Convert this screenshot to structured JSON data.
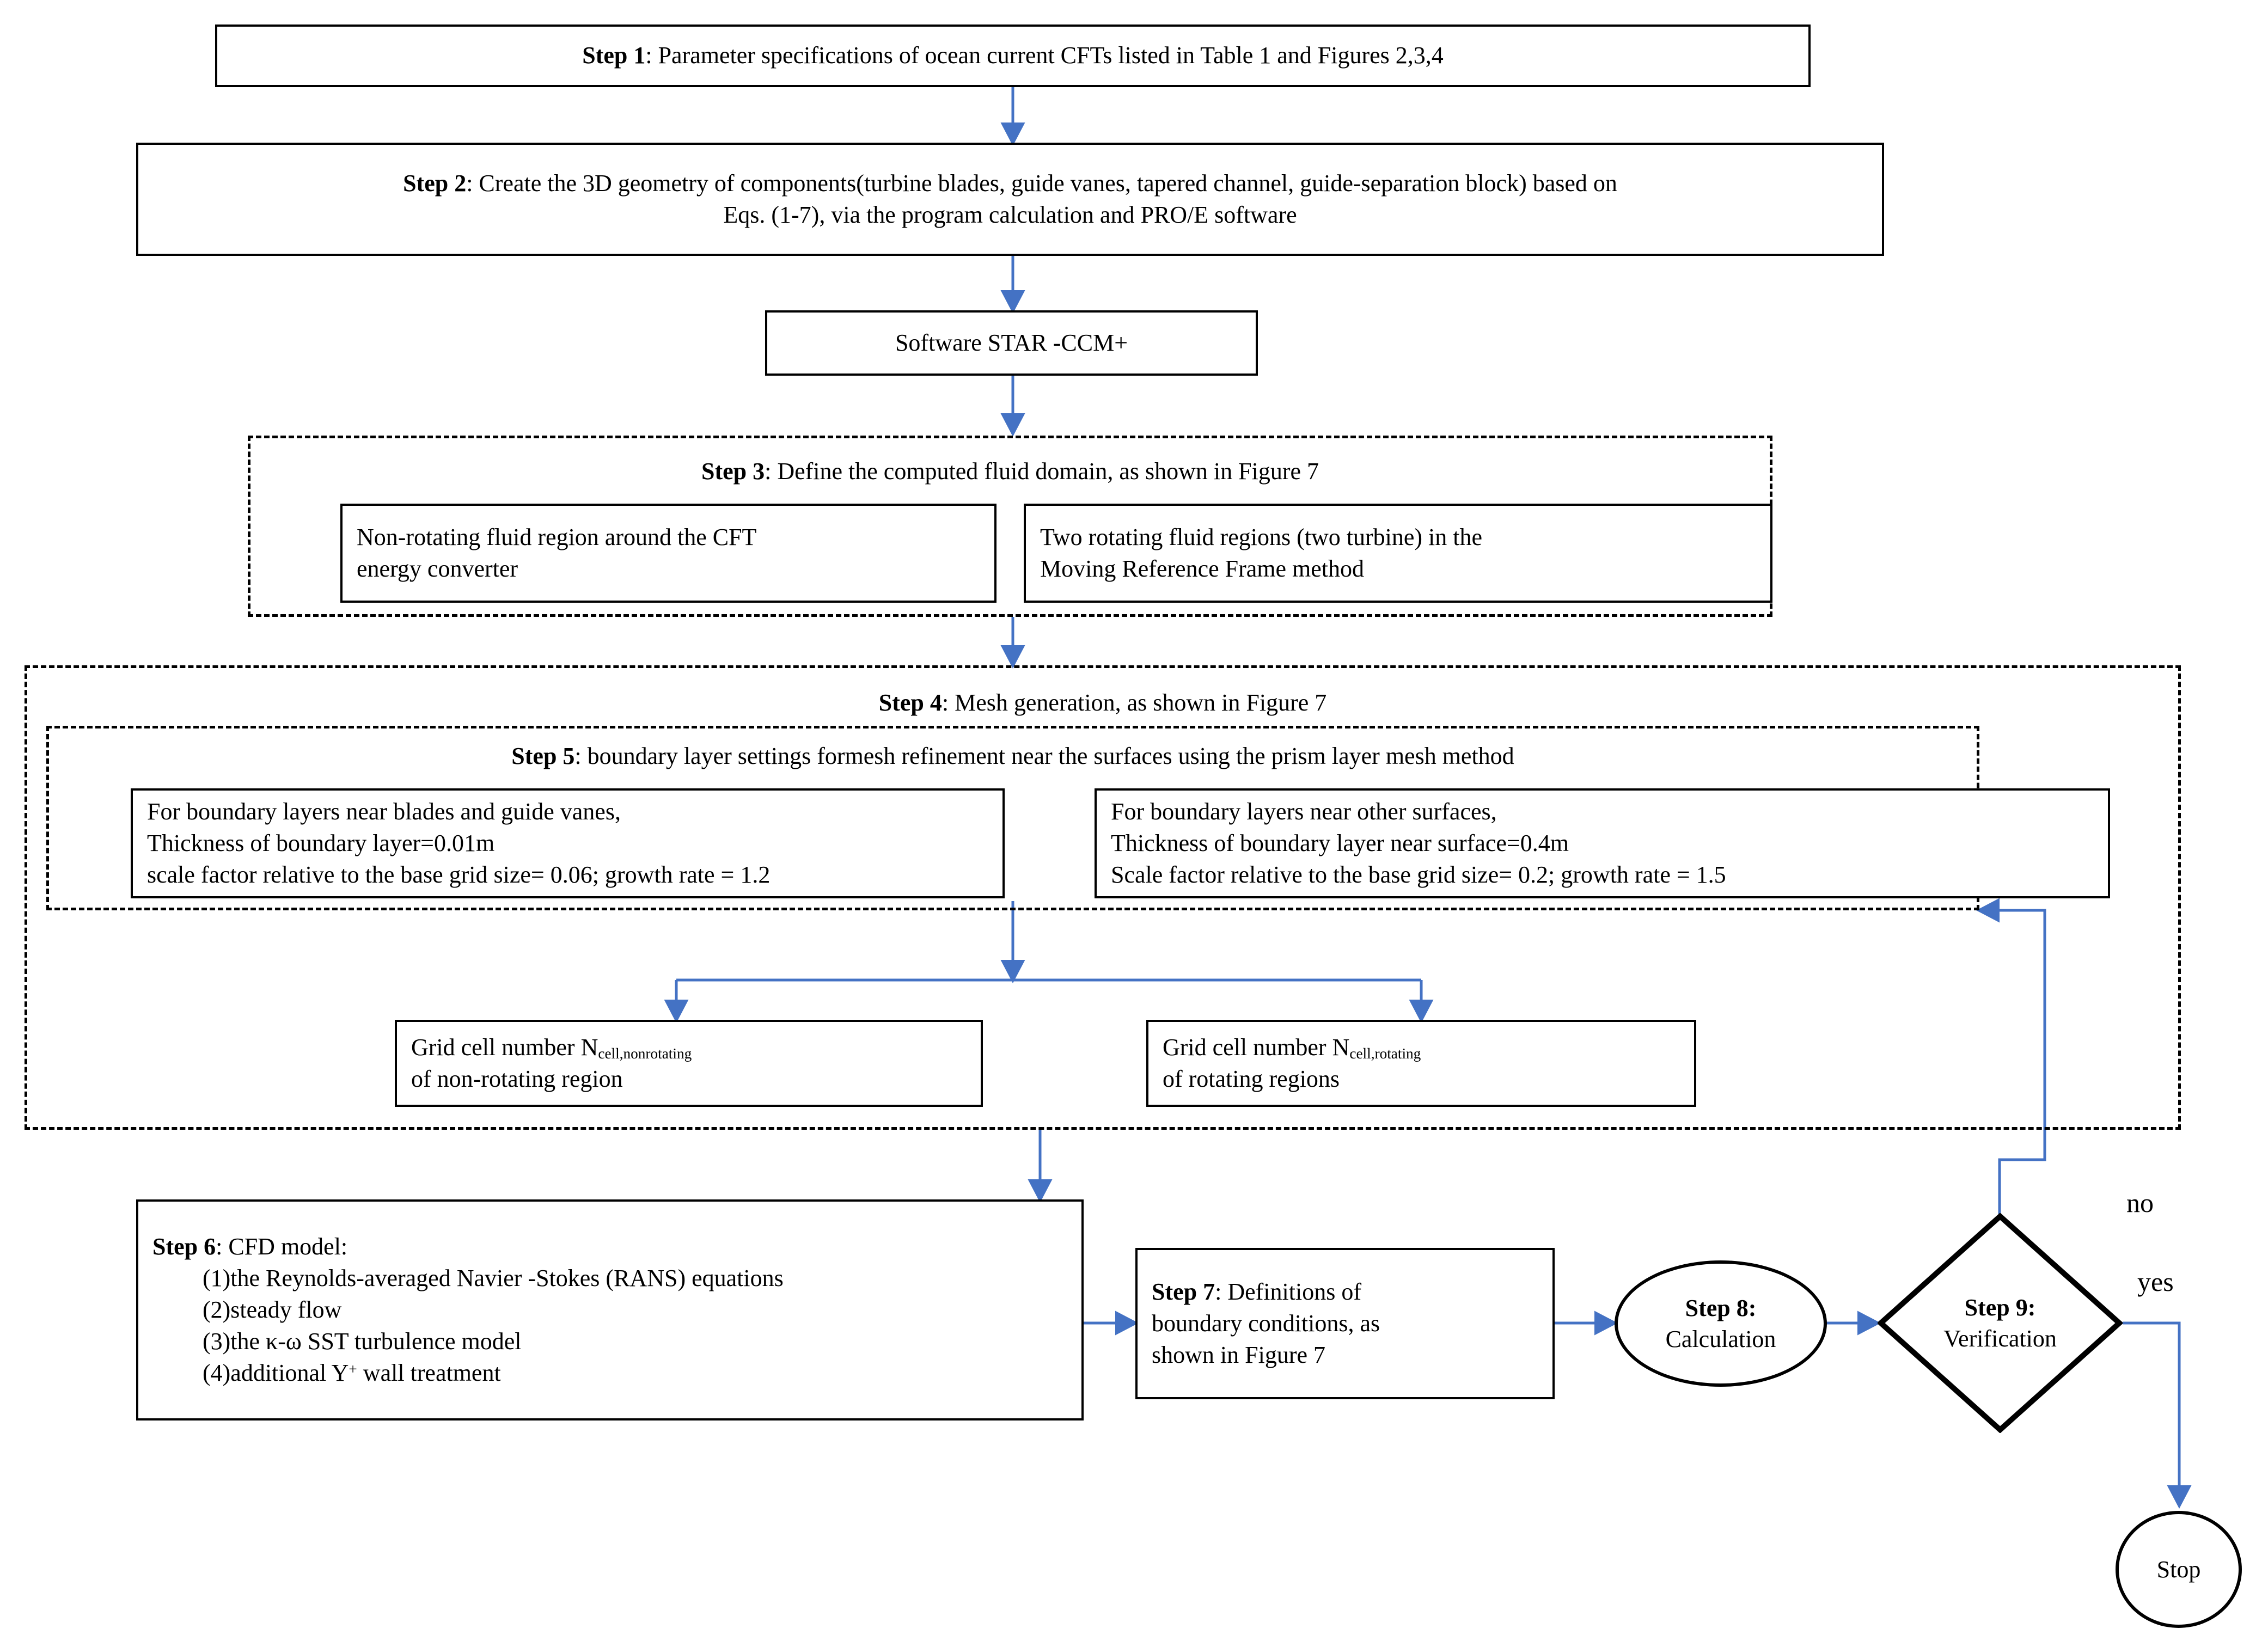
{
  "diagram": {
    "type": "flowchart",
    "title": "CFD simulation workflow for ocean current CFTs",
    "accent_color": "#4472C4",
    "line_color": "#000000",
    "background": "#ffffff"
  },
  "nodes": {
    "step1": {
      "label_bold": "Step 1",
      "label_rest": ": Parameter specifications of ocean current CFTs listed in Table 1 and Figures 2,3,4",
      "shape": "rectangle"
    },
    "step2": {
      "label_bold": "Step 2",
      "line1_rest": ": Create the 3D geometry of components(turbine blades, guide vanes, tapered channel, guide-separation block) based on",
      "line2": "Eqs. (1-7), via the program calculation and PRO/E software",
      "shape": "rectangle"
    },
    "software": {
      "label": "Software STAR -CCM+",
      "shape": "rectangle"
    },
    "step3_group": {
      "title_bold": "Step 3",
      "title_rest": ": Define the computed fluid domain, as shown in Figure 7",
      "shape": "dashed-group"
    },
    "step3_left": {
      "line1": "Non-rotating fluid region around the CFT",
      "line2": "energy converter",
      "shape": "rectangle"
    },
    "step3_right": {
      "line1": "Two rotating fluid regions (two turbine) in the",
      "line2": "Moving Reference Frame method",
      "shape": "rectangle"
    },
    "step4_group": {
      "title_bold": "Step 4",
      "title_rest": ": Mesh generation, as shown in Figure 7",
      "shape": "dashed-group"
    },
    "step5_group": {
      "title_bold": "Step 5",
      "title_rest": ": boundary layer settings formesh refinement near the surfaces using the prism layer mesh method",
      "shape": "dashed-group"
    },
    "step5_left": {
      "line1": "For boundary layers near blades and guide vanes,",
      "line2": "Thickness of boundary layer=0.01m",
      "line3": "scale factor relative to the base grid size= 0.06; growth rate = 1.2",
      "shape": "rectangle"
    },
    "step5_right": {
      "line1": "For boundary layers near other surfaces,",
      "line2": "Thickness of boundary layer near surface=0.4m",
      "line3": "Scale factor relative to the base grid size= 0.2; growth rate = 1.5",
      "shape": "rectangle"
    },
    "grid_nonrotating": {
      "line1_pre": "Grid cell number N",
      "line1_sub": "cell,nonrotating",
      "line2": "of non-rotating region",
      "shape": "rectangle"
    },
    "grid_rotating": {
      "line1_pre": "Grid cell number N",
      "line1_sub": "cell,rotating",
      "line2": "of rotating regions",
      "shape": "rectangle"
    },
    "step6": {
      "title_bold": "Step 6",
      "title_rest": ": CFD model:",
      "item1": "(1)the Reynolds-averaged Navier -Stokes (RANS) equations",
      "item2": "(2)steady flow",
      "item3": "(3)the κ-ω SST turbulence model",
      "item4_pre": "(4)additional Y",
      "item4_sup": "+",
      "item4_post": " wall treatment",
      "shape": "rectangle"
    },
    "step7": {
      "title_bold": "Step 7",
      "line1_rest": ": Definitions of",
      "line2": "boundary conditions, as",
      "line3": "shown in Figure 7",
      "shape": "rectangle"
    },
    "step8": {
      "line1_bold": "Step 8:",
      "line2": "Calculation",
      "shape": "ellipse"
    },
    "step9": {
      "line1_bold": "Step 9:",
      "line2": "Verification",
      "shape": "diamond"
    },
    "stop": {
      "label": "Stop",
      "shape": "circle"
    }
  },
  "edge_labels": {
    "no": "no",
    "yes": "yes"
  }
}
